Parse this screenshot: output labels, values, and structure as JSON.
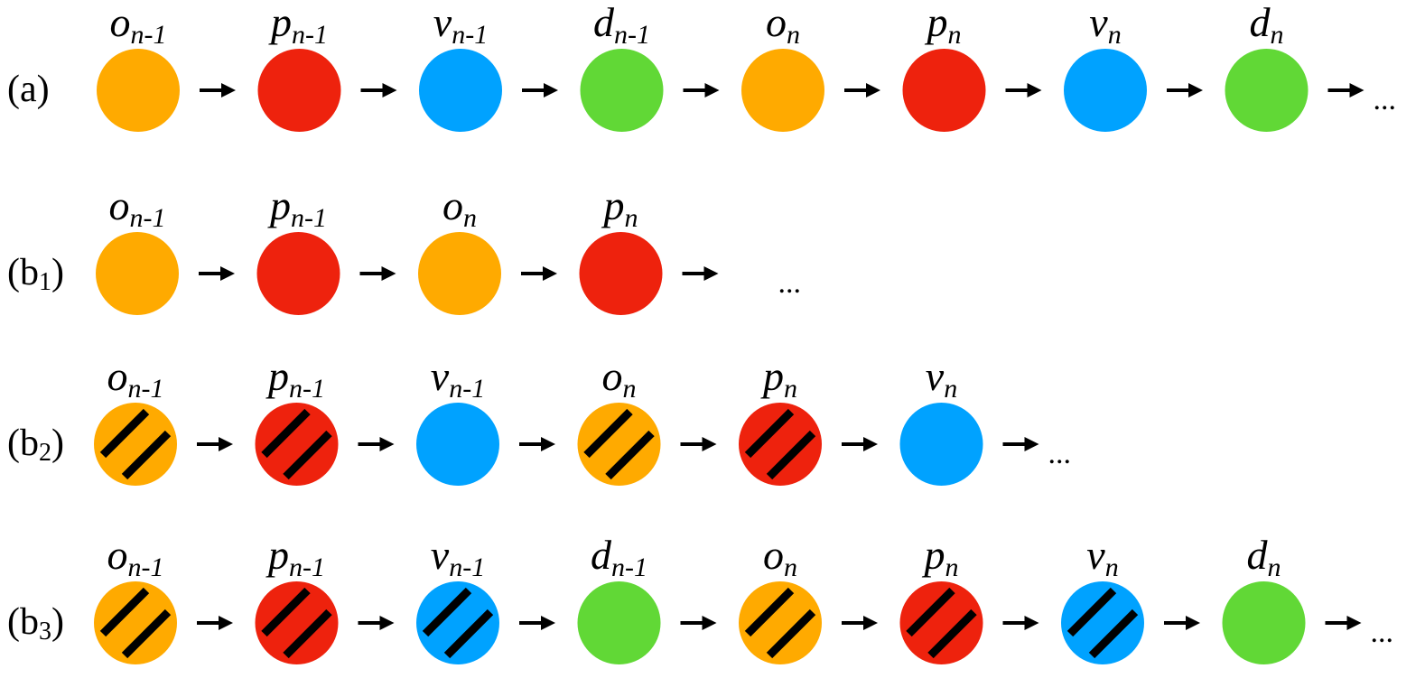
{
  "colors": {
    "o": "#FFAA00",
    "p": "#EE220D",
    "v": "#00A2FF",
    "d": "#61D836",
    "stripe": "#000000",
    "arrow": "#000000"
  },
  "ellipsis_text": "...",
  "rows": [
    {
      "label": "(a)",
      "label_main": "(a",
      "label_sub": "",
      "label_close": ")",
      "nodes": [
        {
          "base": "o",
          "sub": "n-1",
          "type": "o",
          "striped": false
        },
        {
          "base": "p",
          "sub": "n-1",
          "type": "p",
          "striped": false
        },
        {
          "base": "v",
          "sub": "n-1",
          "type": "v",
          "striped": false
        },
        {
          "base": "d",
          "sub": "n-1",
          "type": "d",
          "striped": false
        },
        {
          "base": "o",
          "sub": "n",
          "type": "o",
          "striped": false
        },
        {
          "base": "p",
          "sub": "n",
          "type": "p",
          "striped": false
        },
        {
          "base": "v",
          "sub": "n",
          "type": "v",
          "striped": false
        },
        {
          "base": "d",
          "sub": "n",
          "type": "d",
          "striped": false
        }
      ]
    },
    {
      "label": "(b1)",
      "label_main": "(b",
      "label_sub": "1",
      "label_close": ")",
      "nodes": [
        {
          "base": "o",
          "sub": "n-1",
          "type": "o",
          "striped": false
        },
        {
          "base": "p",
          "sub": "n-1",
          "type": "p",
          "striped": false
        },
        {
          "base": "o",
          "sub": "n",
          "type": "o",
          "striped": false
        },
        {
          "base": "p",
          "sub": "n",
          "type": "p",
          "striped": false
        }
      ]
    },
    {
      "label": "(b2)",
      "label_main": "(b",
      "label_sub": "2",
      "label_close": ")",
      "nodes": [
        {
          "base": "o",
          "sub": "n-1",
          "type": "o",
          "striped": true
        },
        {
          "base": "p",
          "sub": "n-1",
          "type": "p",
          "striped": true
        },
        {
          "base": "v",
          "sub": "n-1",
          "type": "v",
          "striped": false
        },
        {
          "base": "o",
          "sub": "n",
          "type": "o",
          "striped": true
        },
        {
          "base": "p",
          "sub": "n",
          "type": "p",
          "striped": true
        },
        {
          "base": "v",
          "sub": "n",
          "type": "v",
          "striped": false
        }
      ]
    },
    {
      "label": "(b3)",
      "label_main": "(b",
      "label_sub": "3",
      "label_close": ")",
      "nodes": [
        {
          "base": "o",
          "sub": "n-1",
          "type": "o",
          "striped": true
        },
        {
          "base": "p",
          "sub": "n-1",
          "type": "p",
          "striped": true
        },
        {
          "base": "v",
          "sub": "n-1",
          "type": "v",
          "striped": true
        },
        {
          "base": "d",
          "sub": "n-1",
          "type": "d",
          "striped": false
        },
        {
          "base": "o",
          "sub": "n",
          "type": "o",
          "striped": true
        },
        {
          "base": "p",
          "sub": "n",
          "type": "p",
          "striped": true
        },
        {
          "base": "v",
          "sub": "n",
          "type": "v",
          "striped": true
        },
        {
          "base": "d",
          "sub": "n",
          "type": "d",
          "striped": false
        }
      ]
    }
  ]
}
